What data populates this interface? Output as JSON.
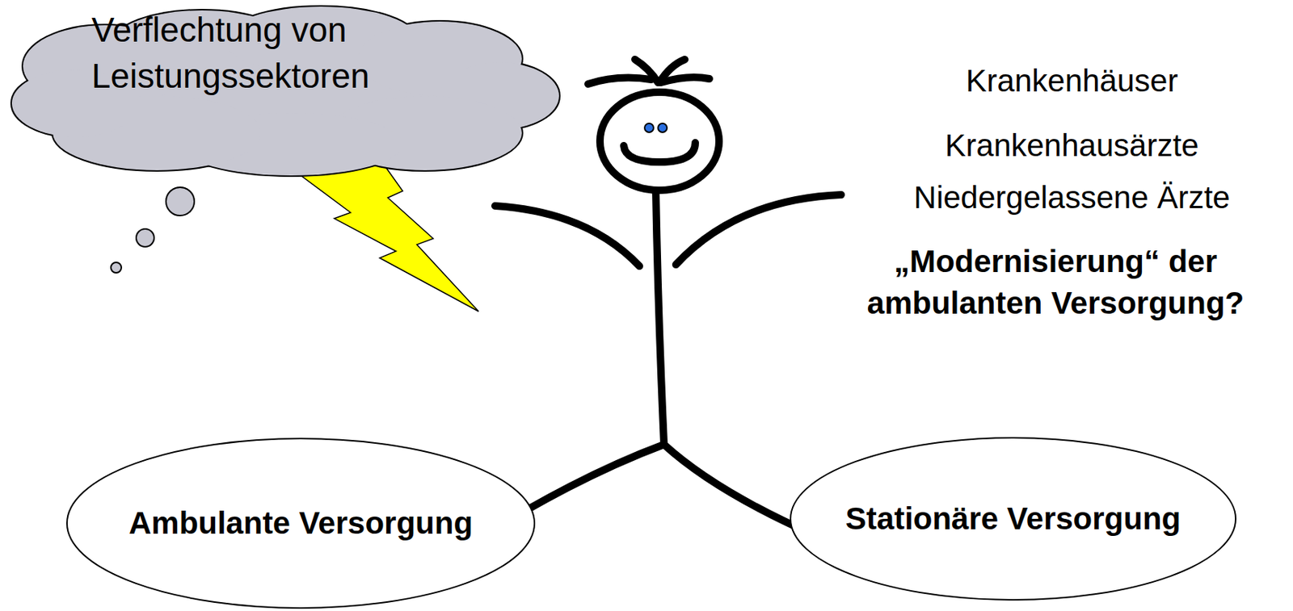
{
  "diagram": {
    "nodes": [
      {
        "text": [
          "Verflechtung von Leistungssektoren"
        ]
      },
      {
        "text": [
          "Ambulante Versorgung"
        ]
      },
      {
        "text": [
          "Stationäre Versorgung"
        ]
      }
    ],
    "labels": [
      "Krankenhäuser",
      "Krankenhausärzte",
      "Niedergelassene Ärzte",
      "„Modernisierung“ der ambulanten Versorgung?"
    ]
  }
}
